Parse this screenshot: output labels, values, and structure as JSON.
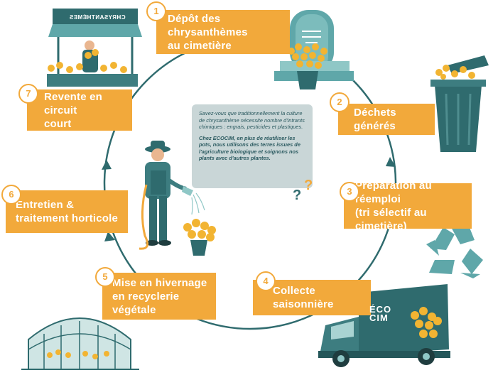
{
  "steps": [
    {
      "num": "1",
      "lines": [
        "Dépôt des chrysanthèmes",
        "au cimetière"
      ]
    },
    {
      "num": "2",
      "lines": [
        "Déchets générés"
      ]
    },
    {
      "num": "3",
      "lines": [
        "Préparation au réemploi",
        "(tri sélectif au cimetière)"
      ]
    },
    {
      "num": "4",
      "lines": [
        "Collecte saisonnière"
      ]
    },
    {
      "num": "5",
      "lines": [
        "Mise en hivernage",
        "en recyclerie végétale"
      ]
    },
    {
      "num": "6",
      "lines": [
        "Entretien &",
        "traitement horticole"
      ]
    },
    {
      "num": "7",
      "lines": [
        "Revente en circuit",
        "court"
      ]
    }
  ],
  "bubble": {
    "p1": "Savez-vous que traditionnellement la culture de chrysanthème nécessite nombre d'intrants chimiques : engrais, pesticides et plastiques.",
    "p2": "Chez ECOCIM, en plus de réutiliser les pots, nous utilisons des terres issues de l'agriculture biologique et soignons nos plants avec d'autres plantes.",
    "q1": "?",
    "q2": "?"
  },
  "truck": {
    "logo_line1": "ÉCO",
    "logo_line2": "CIM"
  },
  "shop": {
    "sign": "CHRYSANTHÈMES"
  },
  "colors": {
    "accent": "#f2a93b",
    "teal": "#2f6b6e",
    "teal_light": "#5fa7a9",
    "bubble": "#c9d6d7",
    "text_dark": "#2b5a60"
  }
}
